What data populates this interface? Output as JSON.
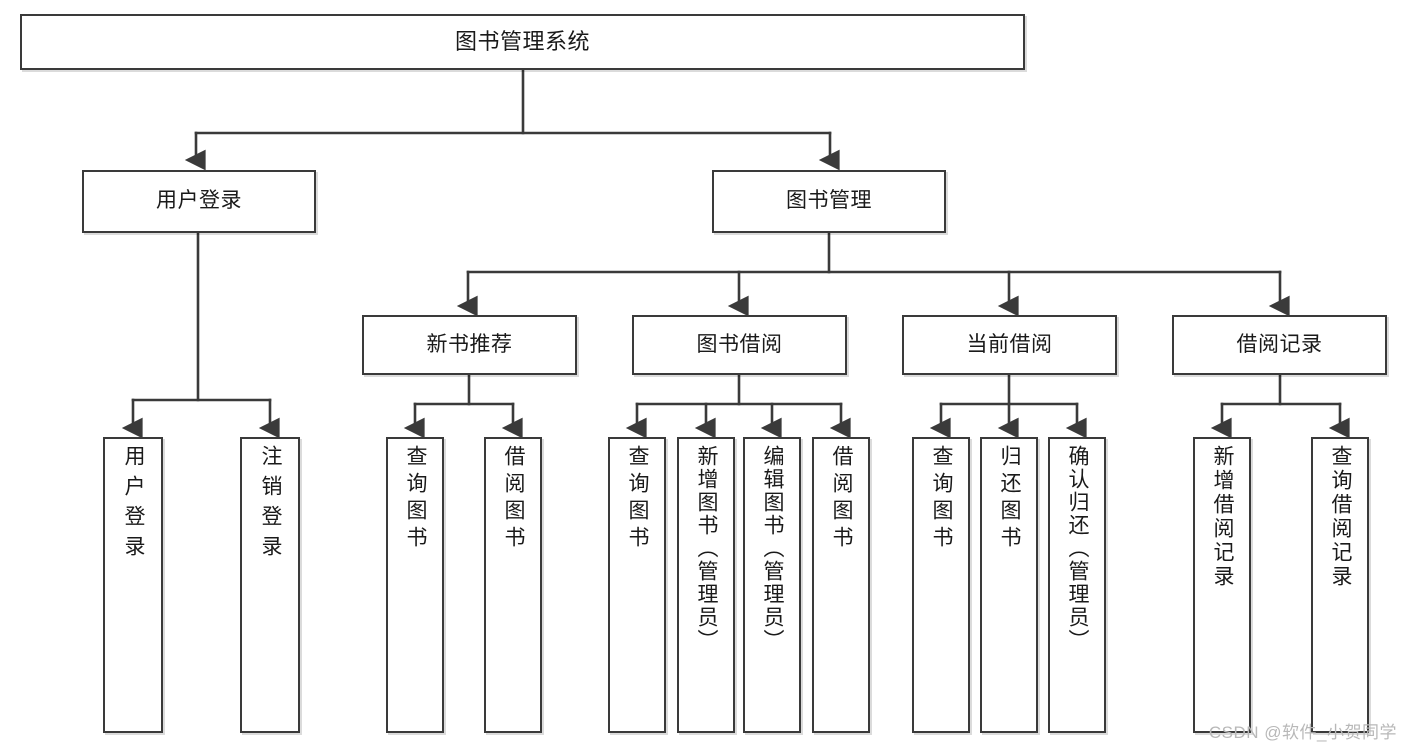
{
  "diagram": {
    "type": "tree-hierarchy",
    "title": "图书管理系统",
    "root": {
      "id": "root",
      "label": "图书管理系统"
    },
    "level2": [
      {
        "id": "user-login",
        "label": "用户登录"
      },
      {
        "id": "book-management",
        "label": "图书管理"
      }
    ],
    "level3": [
      {
        "id": "new-book-recommend",
        "label": "新书推荐",
        "parent": "book-management"
      },
      {
        "id": "book-borrow",
        "label": "图书借阅",
        "parent": "book-management"
      },
      {
        "id": "current-borrow",
        "label": "当前借阅",
        "parent": "book-management"
      },
      {
        "id": "borrow-record",
        "label": "借阅记录",
        "parent": "book-management"
      }
    ],
    "leaves": {
      "user_login": [
        {
          "id": "leaf-user-login",
          "label": "用户登录"
        },
        {
          "id": "leaf-user-logout",
          "label": "注销登录"
        }
      ],
      "new_book_recommend": [
        {
          "id": "leaf-query-book-1",
          "label": "查询图书"
        },
        {
          "id": "leaf-borrow-book-1",
          "label": "借阅图书"
        }
      ],
      "book_borrow": [
        {
          "id": "leaf-query-book-2",
          "label": "查询图书"
        },
        {
          "id": "leaf-add-book",
          "label": "新增图书（管理员）"
        },
        {
          "id": "leaf-edit-book",
          "label": "编辑图书（管理员）"
        },
        {
          "id": "leaf-borrow-book-2",
          "label": "借阅图书"
        }
      ],
      "current_borrow": [
        {
          "id": "leaf-query-book-3",
          "label": "查询图书"
        },
        {
          "id": "leaf-return-book",
          "label": "归还图书"
        },
        {
          "id": "leaf-confirm-return",
          "label": "确认归还（管理员）"
        }
      ],
      "borrow_record": [
        {
          "id": "leaf-add-record",
          "label": "新增借阅记录"
        },
        {
          "id": "leaf-query-record",
          "label": "查询借阅记录"
        }
      ]
    }
  },
  "watermark": {
    "text": "CSDN @软件_小贺同学"
  },
  "colors": {
    "stroke": "#3a3a3a",
    "fill": "#ffffff",
    "text": "#1a1a1a",
    "watermark": "#b8b8b8"
  }
}
